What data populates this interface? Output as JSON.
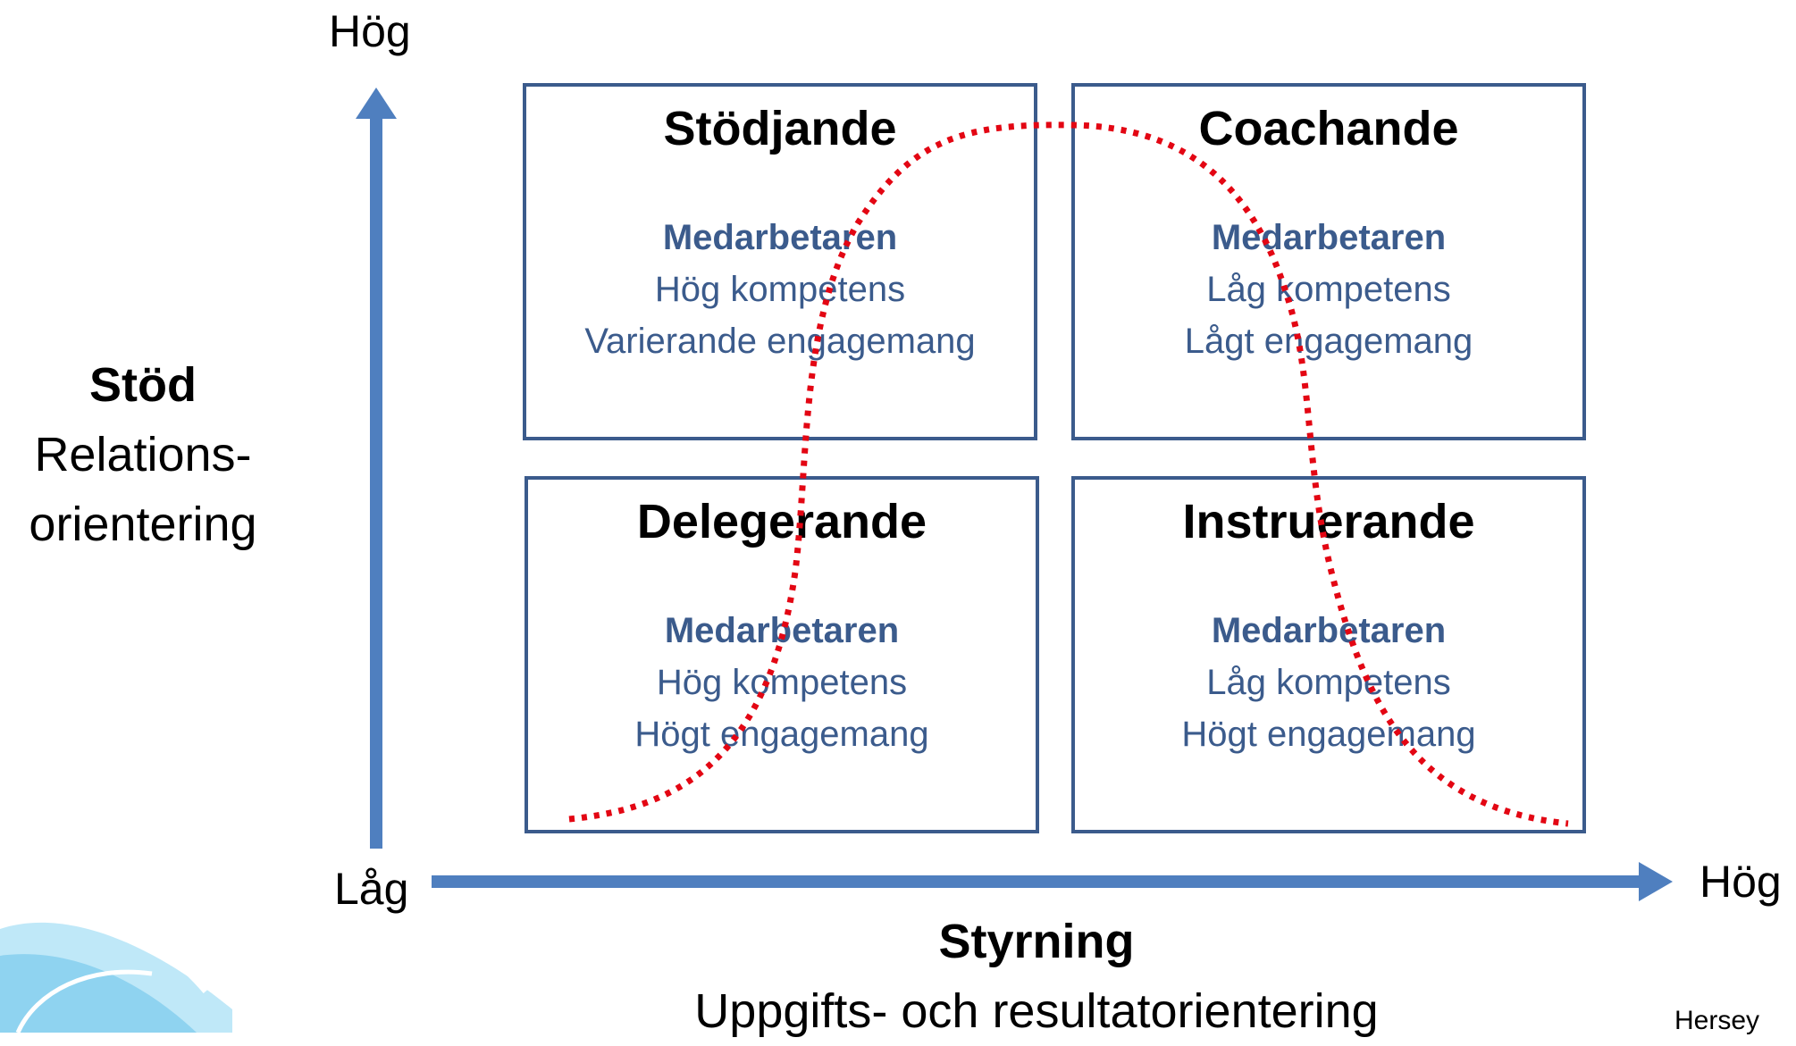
{
  "colors": {
    "axis": "#4f7fbf",
    "box_border": "#3b5b8c",
    "box_text": "#3b5b8c",
    "curve": "#e30613",
    "swirl": "#8fd3f0"
  },
  "y_axis": {
    "high_label": "Hög",
    "title": "Stöd",
    "subtitle_line1": "Relations-",
    "subtitle_line2": "orientering"
  },
  "x_axis": {
    "low_label": "Låg",
    "high_label": "Hög",
    "title": "Styrning",
    "subtitle": "Uppgifts- och resultatorientering"
  },
  "quadrants": [
    {
      "title": "Stödjande",
      "heading": "Medarbetaren",
      "line1": "Hög kompetens",
      "line2": "Varierande engagemang"
    },
    {
      "title": "Coachande",
      "heading": "Medarbetaren",
      "line1": "Låg kompetens",
      "line2": "Lågt engagemang"
    },
    {
      "title": "Delegerande",
      "heading": "Medarbetaren",
      "line1": "Hög kompetens",
      "line2": "Högt engagemang"
    },
    {
      "title": "Instruerande",
      "heading": "Medarbetaren",
      "line1": "Låg kompetens",
      "line2": "Högt engagemang"
    }
  ],
  "citation": "Hersey"
}
